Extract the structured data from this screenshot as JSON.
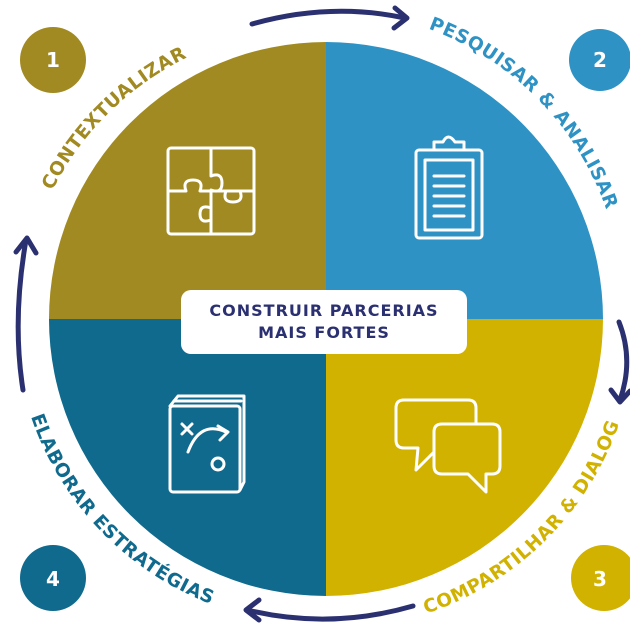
{
  "center": {
    "line1": "CONSTRUIR PARCERIAS",
    "line2": "MAIS FORTES"
  },
  "steps": [
    {
      "number": "1",
      "label": "CONTEXTUALIZAR",
      "color": "#a28a22",
      "icon": "puzzle-icon"
    },
    {
      "number": "2",
      "label": "PESQUISAR & ANALISAR",
      "color": "#2e92c4",
      "icon": "clipboard-icon"
    },
    {
      "number": "3",
      "label": "COMPARTILHAR & DIALOGAR",
      "color": "#d1b200",
      "icon": "chat-bubbles-icon"
    },
    {
      "number": "4",
      "label": "ELABORAR ESTRATÉGIAS",
      "color": "#0f6a8d",
      "icon": "playbook-icon"
    }
  ],
  "colors": {
    "arrow": "#2b3070",
    "center_text": "#2b3070"
  }
}
